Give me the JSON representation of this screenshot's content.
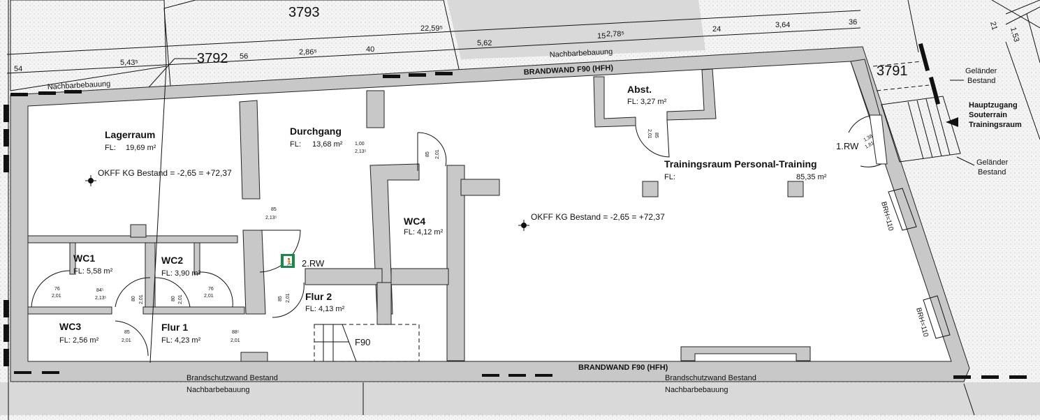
{
  "parcels": {
    "p3793": "3793",
    "p3792": "3792",
    "p3791": "3791"
  },
  "dimensions": {
    "total": "22,59⁵",
    "d543": "5,43⁵",
    "d54": "54",
    "d56": "56",
    "d286": "2,86⁵",
    "d40": "40",
    "d562": "5,62",
    "d15": "15",
    "d278": "2,78⁵",
    "d24": "24",
    "d364": "3,64",
    "d36": "36",
    "d21": "21",
    "d153": "1,53"
  },
  "labels": {
    "neighbor_top_left": "Nachbarbebauung",
    "neighbor_top_right": "Nachbarbebauung",
    "firewall_top": "BRANDWAND F90 (HFH)",
    "firewall_bottom": "BRANDWAND F90 (HFH)",
    "railing_top": [
      "Geländer",
      "Bestand"
    ],
    "railing_bottom": [
      "Geländer",
      "Bestand"
    ],
    "main_entrance": [
      "Hauptzugang",
      "Souterrain",
      "Trainingsraum"
    ],
    "exit1": "1.RW",
    "exit2": "2.RW",
    "brh1": "BRH=110",
    "brh2": "BRH=110",
    "stair_f90": "F90",
    "bottom_left": [
      "Brandschutzwand Bestand",
      "Nachbarbebauung"
    ],
    "bottom_right": [
      "Brandschutzwand Bestand",
      "Nachbarbebauung"
    ],
    "level1": "OKFF KG Bestand = -2,65 = +72,37",
    "level2": "OKFF KG Bestand = -2,65 = +72,37"
  },
  "rooms": {
    "lager": {
      "name": "Lagerraum",
      "fl": "FL:",
      "area": "19,69 m²"
    },
    "durchgang": {
      "name": "Durchgang",
      "fl": "FL:",
      "area": "13,68 m²"
    },
    "abst": {
      "name": "Abst.",
      "fl": "FL: 3,27 m²"
    },
    "training": {
      "name": "Trainingsraum Personal-Training",
      "fl": "FL:",
      "area": "85,35 m²"
    },
    "wc4": {
      "name": "WC4",
      "fl": "FL: 4,12 m²"
    },
    "wc1": {
      "name": "WC1",
      "fl": "FL: 5,58 m²"
    },
    "wc2": {
      "name": "WC2",
      "fl": "FL: 3,90 m²"
    },
    "wc3": {
      "name": "WC3",
      "fl": "FL: 2,56 m²"
    },
    "flur1": {
      "name": "Flur 1",
      "fl": "FL: 4,23 m²"
    },
    "flur2": {
      "name": "Flur 2",
      "fl": "FL: 4,13 m²"
    }
  },
  "doors": {
    "durchgang": [
      "1,00",
      "2,13⁵"
    ],
    "lager": [
      "85",
      "2,13⁵"
    ],
    "wc4": [
      "85",
      "2,01"
    ],
    "abst": [
      "85",
      "2,01"
    ],
    "rw1": [
      "1,38",
      "1,81"
    ],
    "wc1a": [
      "76",
      "2,01"
    ],
    "wc1b": [
      "84⁵",
      "2,13⁵"
    ],
    "flur1a": [
      "80",
      "2,01"
    ],
    "flur1b": [
      "80",
      "2,01"
    ],
    "wc2": [
      "76",
      "2,01"
    ],
    "wc3": [
      "85",
      "2,01"
    ],
    "flur1c": [
      "88⁵",
      "2,01"
    ],
    "rw2": [
      "85",
      "2,01"
    ]
  },
  "colors": {
    "wall": "#c8c8c8",
    "neighbor": "#d9d9d9",
    "exit_sign": "#1a8a4a"
  }
}
